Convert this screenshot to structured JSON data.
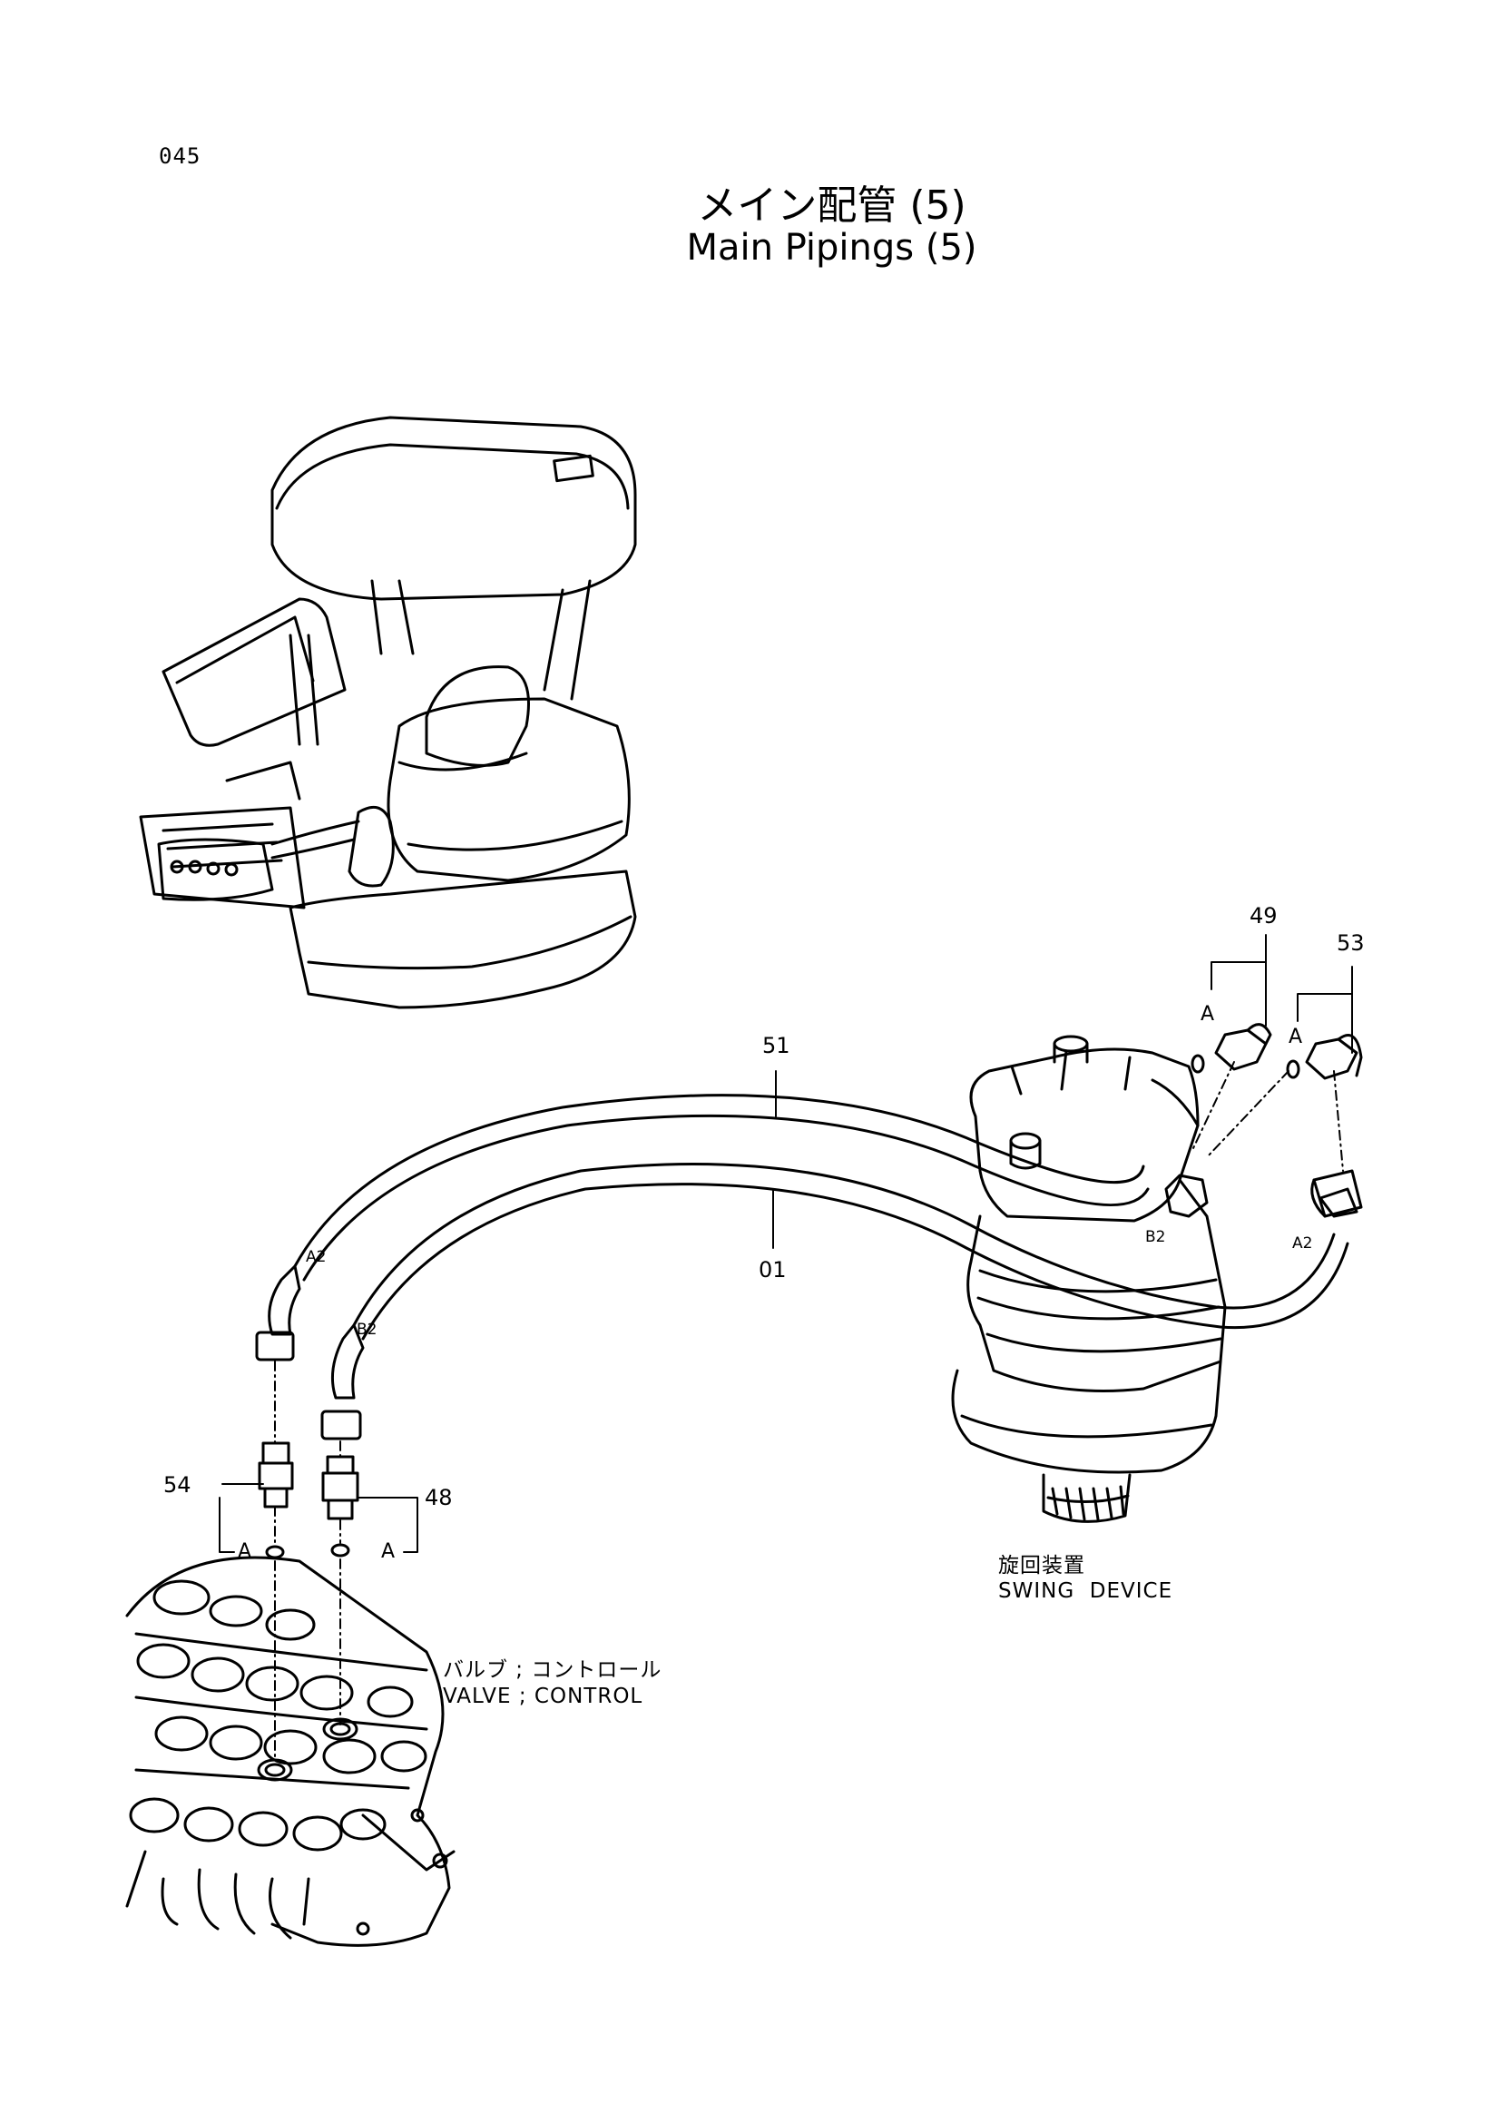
{
  "page": {
    "number": "045"
  },
  "title": {
    "japanese": "メイン配管 (5)",
    "english": "Main Pipings (5)"
  },
  "callouts": {
    "c49": "49",
    "c53": "53",
    "c51": "51",
    "c01": "01",
    "c54": "54",
    "c48": "48",
    "a_49": "A",
    "a_53": "A",
    "a_54": "A",
    "a_48": "A",
    "port_a2_left": "A2",
    "port_b2_left": "B2",
    "port_b2_right": "B2",
    "port_a2_right": "A2"
  },
  "components": {
    "swing_device_jp": "旋回装置",
    "swing_device_en": "SWING  DEVICE",
    "valve_jp": "バルブ ; コントロール",
    "valve_en": "VALVE ; CONTROL"
  }
}
